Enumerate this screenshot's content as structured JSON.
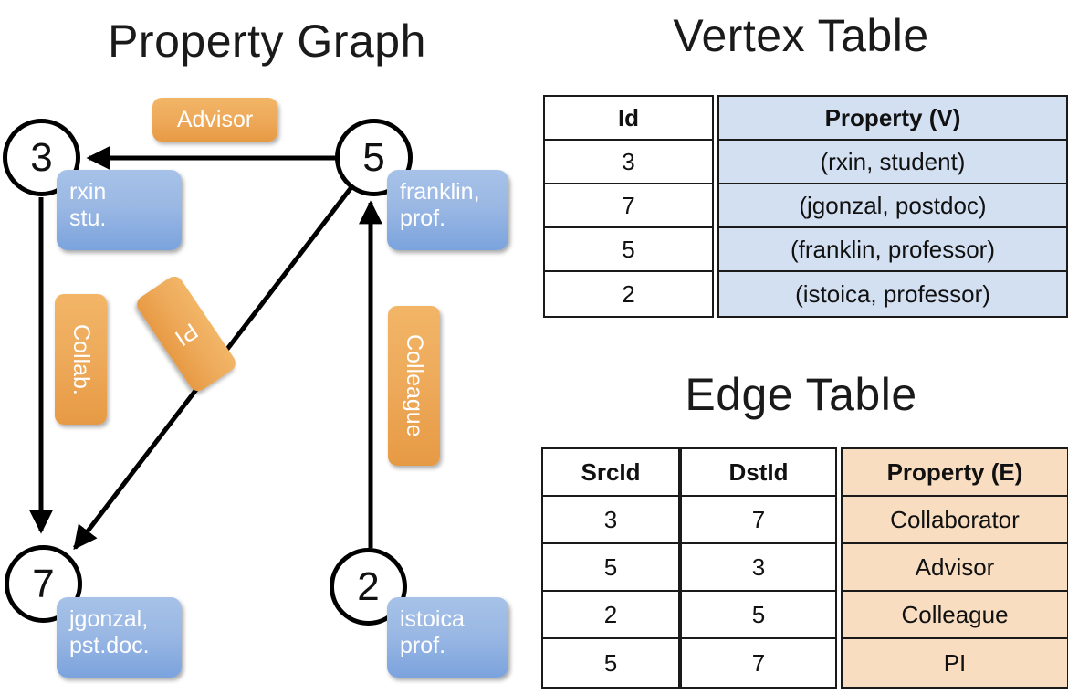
{
  "titles": {
    "property_graph": "Property Graph",
    "vertex_table": "Vertex Table",
    "edge_table": "Edge Table"
  },
  "graph": {
    "nodes": [
      {
        "id": "3",
        "property": [
          "rxin",
          "stu."
        ]
      },
      {
        "id": "5",
        "property": [
          "franklin,",
          "prof."
        ]
      },
      {
        "id": "7",
        "property": [
          "jgonzal,",
          "pst.doc."
        ]
      },
      {
        "id": "2",
        "property": [
          "istoica",
          "prof."
        ]
      }
    ],
    "edge_labels": [
      {
        "name": "advisor",
        "text": "Advisor"
      },
      {
        "name": "collab",
        "text": "Collab."
      },
      {
        "name": "pi",
        "text": "PI"
      },
      {
        "name": "colleague",
        "text": "Colleague"
      }
    ]
  },
  "colors": {
    "vertex_fill": "#d3e0f2",
    "edge_fill": "#f8ddc1",
    "node_box": "#9bb8e4",
    "edge_box": "#eeab5c",
    "stroke": "#1a1a1a"
  },
  "chart_data": {
    "type": "table",
    "title": "Property Graph",
    "graph": {
      "vertices": [
        "3",
        "7",
        "5",
        "2"
      ],
      "edges": [
        {
          "src": "3",
          "dst": "7",
          "label": "Collab."
        },
        {
          "src": "5",
          "dst": "3",
          "label": "Advisor"
        },
        {
          "src": "2",
          "dst": "5",
          "label": "Colleague"
        },
        {
          "src": "5",
          "dst": "7",
          "label": "PI"
        }
      ]
    }
  },
  "vertex_table": {
    "headers": [
      "Id",
      "Property (V)"
    ],
    "rows": [
      {
        "id": "3",
        "property": "(rxin, student)"
      },
      {
        "id": "7",
        "property": "(jgonzal, postdoc)"
      },
      {
        "id": "5",
        "property": "(franklin, professor)"
      },
      {
        "id": "2",
        "property": "(istoica, professor)"
      }
    ]
  },
  "edge_table": {
    "headers": [
      "SrcId",
      "DstId",
      "Property (E)"
    ],
    "rows": [
      {
        "src": "3",
        "dst": "7",
        "property": "Collaborator"
      },
      {
        "src": "5",
        "dst": "3",
        "property": "Advisor"
      },
      {
        "src": "2",
        "dst": "5",
        "property": "Colleague"
      },
      {
        "src": "5",
        "dst": "7",
        "property": "PI"
      }
    ]
  }
}
